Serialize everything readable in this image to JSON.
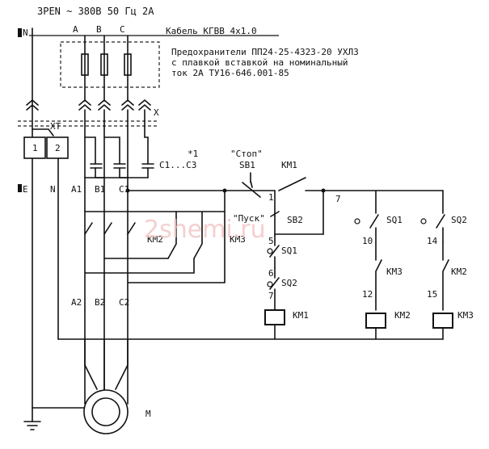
{
  "header": {
    "supply": "3PEN ~ 380В 50 Гц 2А",
    "cable": "Кабель КГВВ 4х1.0"
  },
  "fuse_note": {
    "line1": "Предохранители ПП24-25-4323-20 УХЛ3",
    "line2": "с плавкой вставкой на номинальный",
    "line3": "ток 2А ТУ16-646.001-85"
  },
  "labels": {
    "N_top": "N",
    "A": "A",
    "B": "B",
    "C": "C",
    "X": "X",
    "XT": "XT",
    "XT1": "1",
    "XT2": "2",
    "E": "E",
    "N": "N",
    "A1": "A1",
    "B1": "B1",
    "C1": "C1",
    "caps": "C1...C3",
    "star1": "*1",
    "stop": "\"Стоп\"",
    "SB1": "SB1",
    "KM1_top": "KM1",
    "n1": "1",
    "n7": "7",
    "pusk": "\"Пуск\"",
    "SB2": "SB2",
    "KM2_power": "KM2",
    "KM3_power": "KM3",
    "n5": "5",
    "SQ1_left": "SQ1",
    "n6": "6",
    "SQ2_left": "SQ2",
    "n7b": "7",
    "A2": "A2",
    "B2": "B2",
    "C2": "C2",
    "KM1_coil": "KM1",
    "SQ1": "SQ1",
    "SQ2": "SQ2",
    "n10": "10",
    "n14": "14",
    "KM3_il": "KM3",
    "KM2_il": "KM2",
    "n12": "12",
    "n15": "15",
    "KM2_coil": "KM2",
    "KM3_coil": "KM3",
    "M": "M"
  },
  "watermark": "2shemi.ru"
}
